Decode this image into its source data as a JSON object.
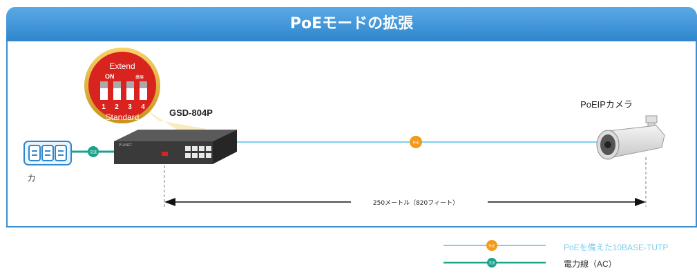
{
  "header": {
    "title": "PoEモードの拡張"
  },
  "switch": {
    "model": "GSD-804P",
    "brand": "PLANET"
  },
  "dip_switch": {
    "top_label": "Extend",
    "on_label": "ON",
    "small_label": "擴展",
    "numbers": [
      "1",
      "2",
      "3",
      "4"
    ],
    "bottom_label": "Standard"
  },
  "camera": {
    "label": "PoEIPカメラ"
  },
  "power": {
    "label": "力"
  },
  "badges": {
    "ac": "交流",
    "poe": "PoE"
  },
  "distance": {
    "text": "250メートル（820フィート）"
  },
  "legend": {
    "poe_label": "PoEを備えた10BASE-TUTP",
    "ac_label": "電力線（AC）"
  },
  "colors": {
    "header": "#2f86cc",
    "poe_line": "#7ecfee",
    "ac_line": "#1aa38a",
    "poe_badge": "#f29a1b",
    "dip_bg": "#d8231e"
  }
}
